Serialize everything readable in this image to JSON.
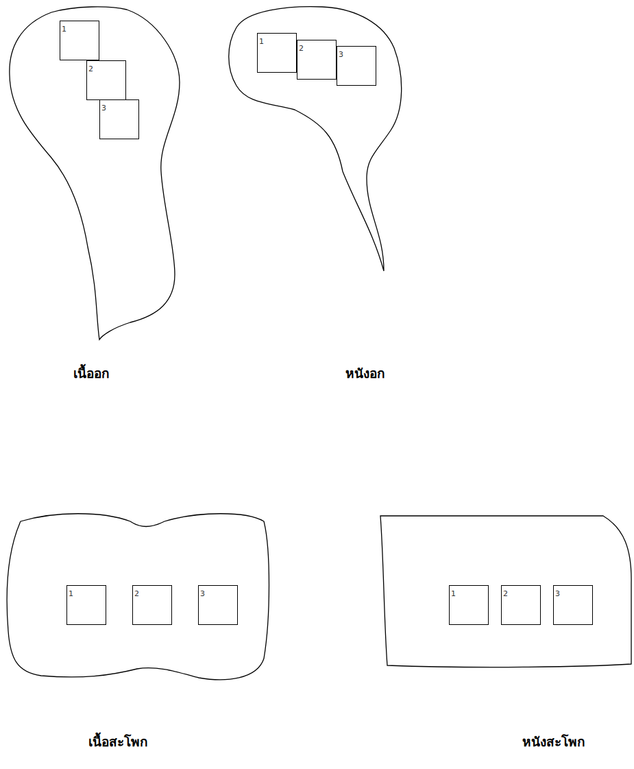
{
  "diagram": {
    "nodes": [
      {
        "text": [
          "เนื้ออก"
        ]
      },
      {
        "text": [
          "1"
        ],
        "in": 0
      },
      {
        "text": [
          "2"
        ],
        "in": 0
      },
      {
        "text": [
          "3"
        ],
        "in": 0
      },
      {
        "text": [
          "หนังอก"
        ]
      },
      {
        "text": [
          "1"
        ],
        "in": 4
      },
      {
        "text": [
          "2"
        ],
        "in": 4
      },
      {
        "text": [
          "3"
        ],
        "in": 4
      },
      {
        "text": [
          "เนื้อสะโพก"
        ]
      },
      {
        "text": [
          "1"
        ],
        "in": 8
      },
      {
        "text": [
          "2"
        ],
        "in": 8
      },
      {
        "text": [
          "3"
        ],
        "in": 8
      },
      {
        "text": [
          "หนังสะโพก"
        ]
      },
      {
        "text": [
          "1"
        ],
        "in": 12
      },
      {
        "text": [
          "2"
        ],
        "in": 12
      },
      {
        "text": [
          "3"
        ],
        "in": 12
      }
    ]
  }
}
